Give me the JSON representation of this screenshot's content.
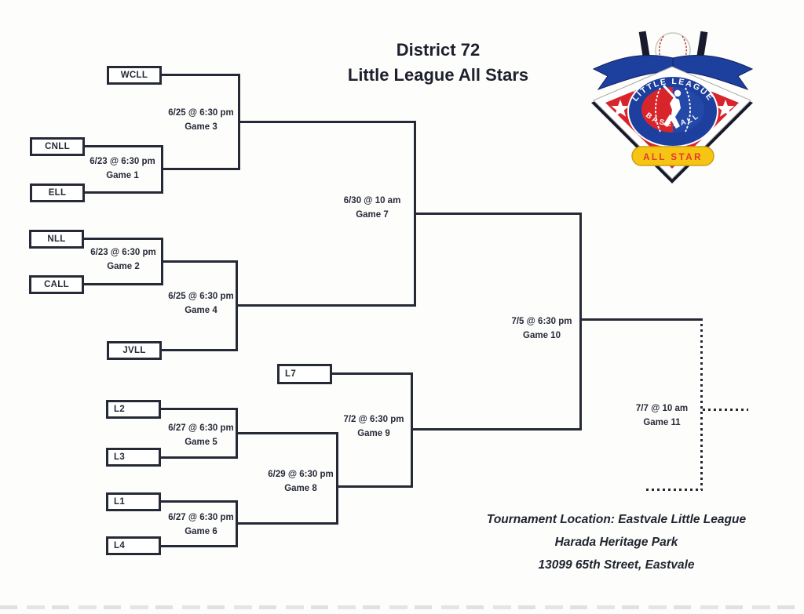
{
  "title": {
    "line1": "District 72",
    "line2": "Little League All Stars"
  },
  "bracket": {
    "teams": [
      {
        "id": "WCLL",
        "label": "WCLL"
      },
      {
        "id": "CNLL",
        "label": "CNLL"
      },
      {
        "id": "ELL",
        "label": "ELL"
      },
      {
        "id": "NLL",
        "label": "NLL"
      },
      {
        "id": "CALL",
        "label": "CALL"
      },
      {
        "id": "JVLL",
        "label": "JVLL"
      },
      {
        "id": "L7",
        "label": "L7"
      },
      {
        "id": "L2",
        "label": "L2"
      },
      {
        "id": "L3",
        "label": "L3"
      },
      {
        "id": "L1",
        "label": "L1"
      },
      {
        "id": "L4",
        "label": "L4"
      }
    ],
    "games": [
      {
        "name": "Game 1",
        "datetime": "6/23 @ 6:30 pm"
      },
      {
        "name": "Game 2",
        "datetime": "6/23 @ 6:30 pm"
      },
      {
        "name": "Game 3",
        "datetime": "6/25 @ 6:30 pm"
      },
      {
        "name": "Game 4",
        "datetime": "6/25 @ 6:30 pm"
      },
      {
        "name": "Game 5",
        "datetime": "6/27 @ 6:30 pm"
      },
      {
        "name": "Game 6",
        "datetime": "6/27 @ 6:30 pm"
      },
      {
        "name": "Game 7",
        "datetime": "6/30 @ 10 am"
      },
      {
        "name": "Game 8",
        "datetime": "6/29 @ 6:30 pm"
      },
      {
        "name": "Game 9",
        "datetime": "7/2 @ 6:30 pm"
      },
      {
        "name": "Game 10",
        "datetime": "7/5 @ 6:30 pm"
      },
      {
        "name": "Game 11",
        "datetime": "7/7 @ 10 am"
      }
    ]
  },
  "location": {
    "line1": "Tournament Location: Eastvale Little League",
    "line2": "Harada Heritage Park",
    "line3": "13099 65th Street, Eastvale"
  },
  "logo": {
    "arc_top": "LITTLE LEAGUE",
    "arc_bottom": "BASEBALL",
    "banner": "ALL STAR"
  },
  "colors": {
    "line": "#262a36",
    "logo_red": "#d8252c",
    "logo_blue": "#1d3f9e",
    "logo_navy": "#15172a",
    "logo_yellow": "#f6c514",
    "banner_text_red": "#e2382e"
  }
}
